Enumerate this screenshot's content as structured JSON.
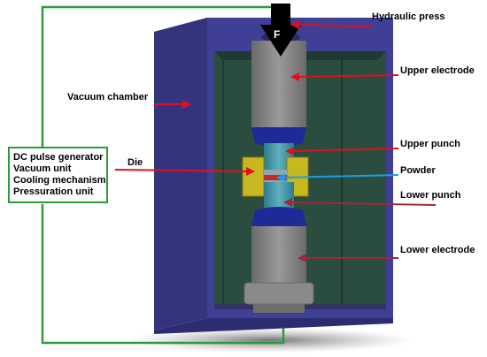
{
  "labels": {
    "hydraulic_press": "Hydraulic press",
    "upper_electrode": "Upper electrode",
    "vacuum_chamber": "Vacuum chamber",
    "upper_punch": "Upper punch",
    "die": "Die",
    "powder": "Powder",
    "lower_punch": "Lower punch",
    "lower_electrode": "Lower electrode",
    "force": "F"
  },
  "control_unit": {
    "lines": [
      "DC pulse generator",
      "Vacuum unit",
      "Cooling mechanism",
      "Pressuration unit"
    ]
  },
  "colors": {
    "chamber": "#3f3f95",
    "chamber_inner": "#2b4d40",
    "wire": "#2e9a3a",
    "arrow_red": "#e01020",
    "arrow_blue": "#1aa0e0",
    "electrode": "#7a7a7a",
    "punch_band": "#1e2a9a",
    "die": "#c8b820"
  }
}
